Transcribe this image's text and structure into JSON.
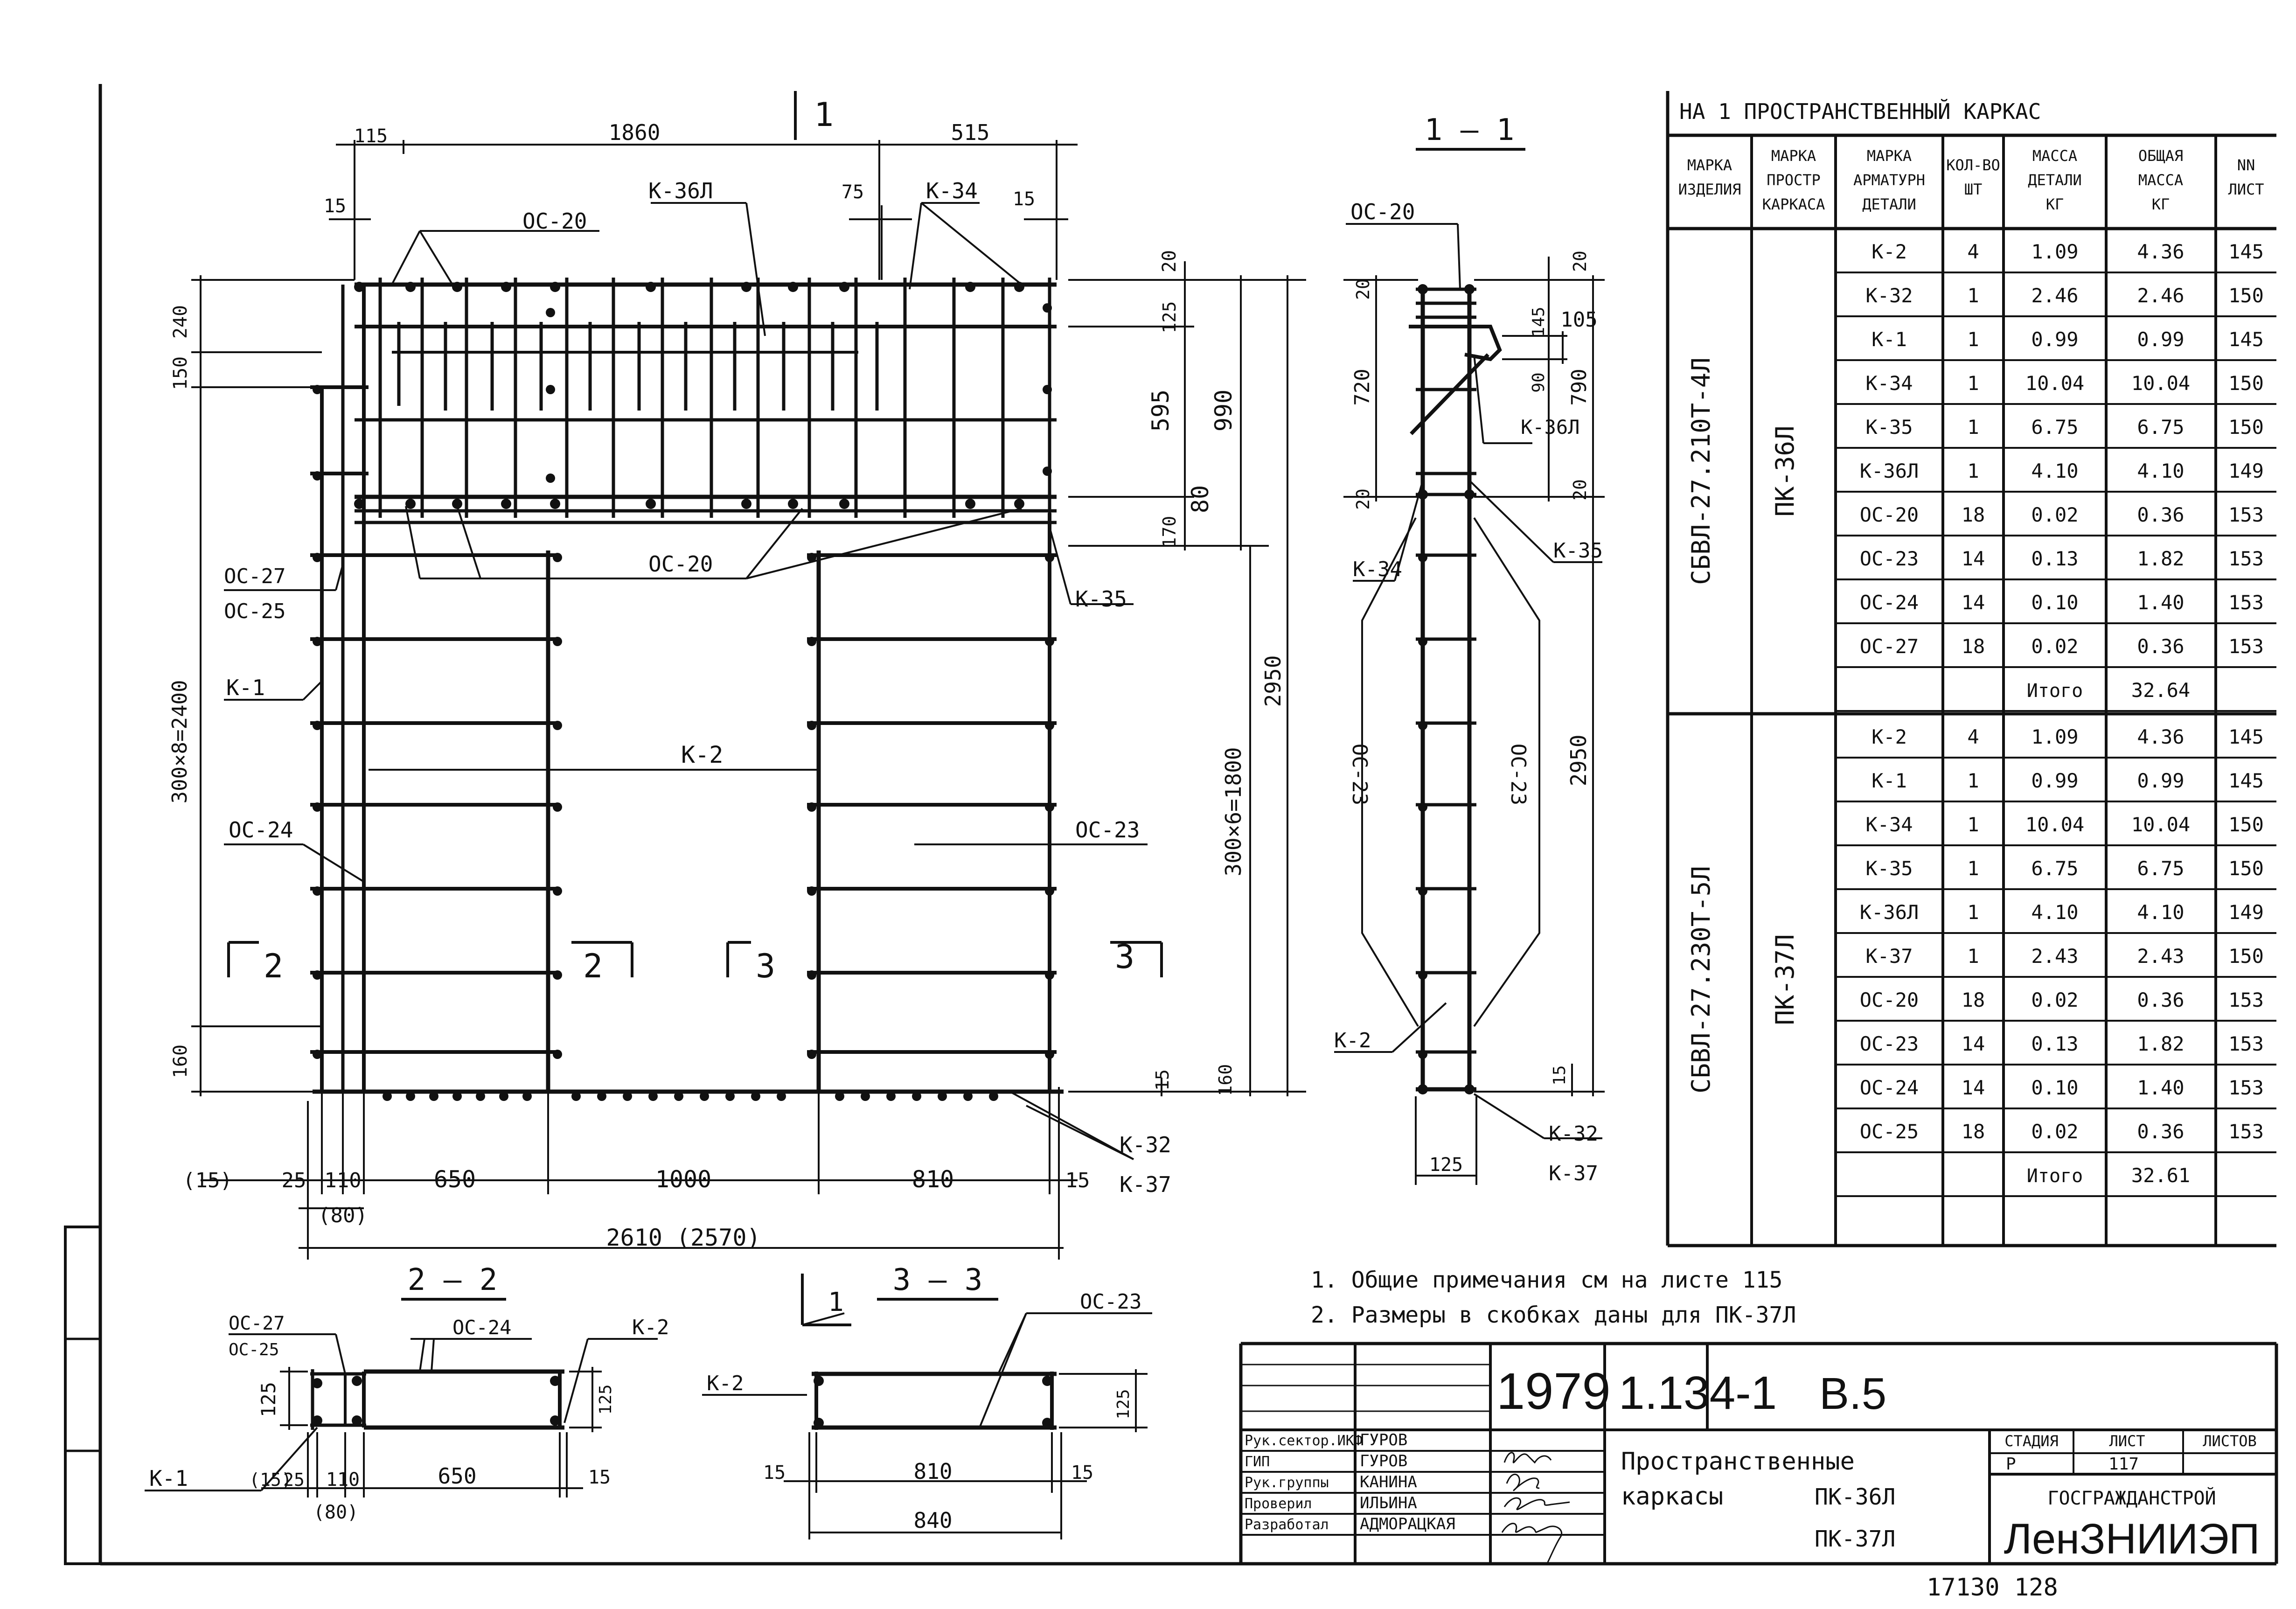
{
  "drawing": {
    "main_view_cut": "1",
    "section_1_1_title": "1 — 1",
    "section_2_2_title": "2 — 2",
    "section_3_3_title": "3 — 3",
    "section_marks": [
      "2",
      "2",
      "3",
      "3"
    ],
    "dims_main": {
      "top_left": "115",
      "top_span": "1860",
      "top_right": "515",
      "d15_left": "15",
      "d75": "75",
      "d15_right": "15",
      "left_240": "240",
      "left_150": "150",
      "left_main": "300×8=2400",
      "left_160": "160",
      "right_20": "20",
      "right_125": "125",
      "right_595": "595",
      "right_990": "990",
      "right_80": "80",
      "right_170": "170",
      "right_main": "300×6=1800",
      "right_2950": "2950",
      "right_15": "15",
      "right_160": "160",
      "bottom_p15": "(15)",
      "bottom_25": "25",
      "bottom_110": "110",
      "bottom_p80": "(80)",
      "bottom_650": "650",
      "bottom_1000": "1000",
      "bottom_810": "810",
      "bottom_15": "15",
      "bottom_total": "2610 (2570)"
    },
    "labels_main": {
      "oc20_top": "ОС-20",
      "k36l": "К-36Л",
      "k34": "К-34",
      "oc27": "ОС-27",
      "oc25": "ОС-25",
      "oc20_mid": "ОС-20",
      "k35": "К-35",
      "k1": "К-1",
      "k2": "К-2",
      "oc24": "ОС-24",
      "oc23": "ОС-23",
      "k32": "К-32",
      "k37": "К-37"
    },
    "section11": {
      "oc20": "ОС-20",
      "d20a": "20",
      "d720": "720",
      "d20b": "20",
      "d145": "145",
      "d105": "105",
      "d90": "90",
      "d790": "790",
      "d20c": "20",
      "k36l": "К-36Л",
      "k34": "К-34",
      "k35": "К-35",
      "oc23a": "ОС-23",
      "oc23b": "ОС-23",
      "d2950": "2950",
      "k2": "К-2",
      "d15": "15",
      "k32": "К-32",
      "d125": "125",
      "k37": "К-37"
    },
    "section22": {
      "oc27": "ОС-27",
      "oc25": "ОС-25",
      "oc24": "ОС-24",
      "k2": "К-2",
      "d125a": "125",
      "d125b": "125",
      "k1": "К-1",
      "d15p": "(15)",
      "d25": "25",
      "d110": "110",
      "d650": "650",
      "d15": "15",
      "d80p": "(80)"
    },
    "section33": {
      "k2": "К-2",
      "oc23": "ОС-23",
      "d125": "125",
      "d15a": "15",
      "d810": "810",
      "d15b": "15",
      "d840": "840",
      "cut_mark": "1"
    }
  },
  "schedule": {
    "title": "НА 1 ПРОСТРАНСТВЕННЫЙ КАРКАС",
    "headers": [
      "МАРКА ИЗДЕЛИЯ",
      "МАРКА ПРОСТР КАРКАСА",
      "МАРКА АРМАТУРН ДЕТАЛИ",
      "КОЛ-ВО ШТ",
      "МАССА ДЕТАЛИ КГ",
      "ОБЩАЯ МАССА КГ",
      "NN ЛИСТ"
    ],
    "groups": [
      {
        "product": "СБВЛ-27.210Т-4Л",
        "frame": "ПК-36Л",
        "rows": [
          [
            "К-2",
            "4",
            "1.09",
            "4.36",
            "145"
          ],
          [
            "К-32",
            "1",
            "2.46",
            "2.46",
            "150"
          ],
          [
            "К-1",
            "1",
            "0.99",
            "0.99",
            "145"
          ],
          [
            "К-34",
            "1",
            "10.04",
            "10.04",
            "150"
          ],
          [
            "К-35",
            "1",
            "6.75",
            "6.75",
            "150"
          ],
          [
            "К-36Л",
            "1",
            "4.10",
            "4.10",
            "149"
          ],
          [
            "ОС-20",
            "18",
            "0.02",
            "0.36",
            "153"
          ],
          [
            "ОС-23",
            "14",
            "0.13",
            "1.82",
            "153"
          ],
          [
            "ОС-24",
            "14",
            "0.10",
            "1.40",
            "153"
          ],
          [
            "ОС-27",
            "18",
            "0.02",
            "0.36",
            "153"
          ]
        ],
        "total_label": "Итого",
        "total": "32.64"
      },
      {
        "product": "СБВЛ-27.230Т-5Л",
        "frame": "ПК-37Л",
        "rows": [
          [
            "К-2",
            "4",
            "1.09",
            "4.36",
            "145"
          ],
          [
            "К-1",
            "1",
            "0.99",
            "0.99",
            "145"
          ],
          [
            "К-34",
            "1",
            "10.04",
            "10.04",
            "150"
          ],
          [
            "К-35",
            "1",
            "6.75",
            "6.75",
            "150"
          ],
          [
            "К-36Л",
            "1",
            "4.10",
            "4.10",
            "149"
          ],
          [
            "К-37",
            "1",
            "2.43",
            "2.43",
            "150"
          ],
          [
            "ОС-20",
            "18",
            "0.02",
            "0.36",
            "153"
          ],
          [
            "ОС-23",
            "14",
            "0.13",
            "1.82",
            "153"
          ],
          [
            "ОС-24",
            "14",
            "0.10",
            "1.40",
            "153"
          ],
          [
            "ОС-25",
            "18",
            "0.02",
            "0.36",
            "153"
          ]
        ],
        "total_label": "Итого",
        "total": "32.61"
      }
    ]
  },
  "notes": [
    "1. Общие примечания см на листе 115",
    "2. Размеры в скобках даны для ПК-37Л"
  ],
  "title_block": {
    "year": "1979",
    "series": "1.134-1",
    "issue": "В.5",
    "roles": [
      "Рук.сектор.ИКФ",
      "ГИП",
      "Рук.группы",
      "Проверил",
      "Разработал"
    ],
    "names": [
      "ГУРОВ",
      "ГУРОВ",
      "КАНИНА",
      "ИЛЬИНА",
      "АДМОРАЦКАЯ"
    ],
    "title_line1": "Пространственные",
    "title_line2": "каркасы",
    "title_mark1": "ПК-36Л",
    "title_mark2": "ПК-37Л",
    "stage_label": "СТАДИЯ",
    "sheet_label": "ЛИСТ",
    "sheets_label": "ЛИСТОВ",
    "stage": "Р",
    "sheet": "117",
    "sheets": "",
    "org1": "ГОСГРАЖДАНСТРОЙ",
    "org2": "ЛенЗНИИЭП"
  },
  "inventory_number": "17130  128",
  "colors": {
    "ink": "#111111",
    "paper": "#ffffff"
  }
}
